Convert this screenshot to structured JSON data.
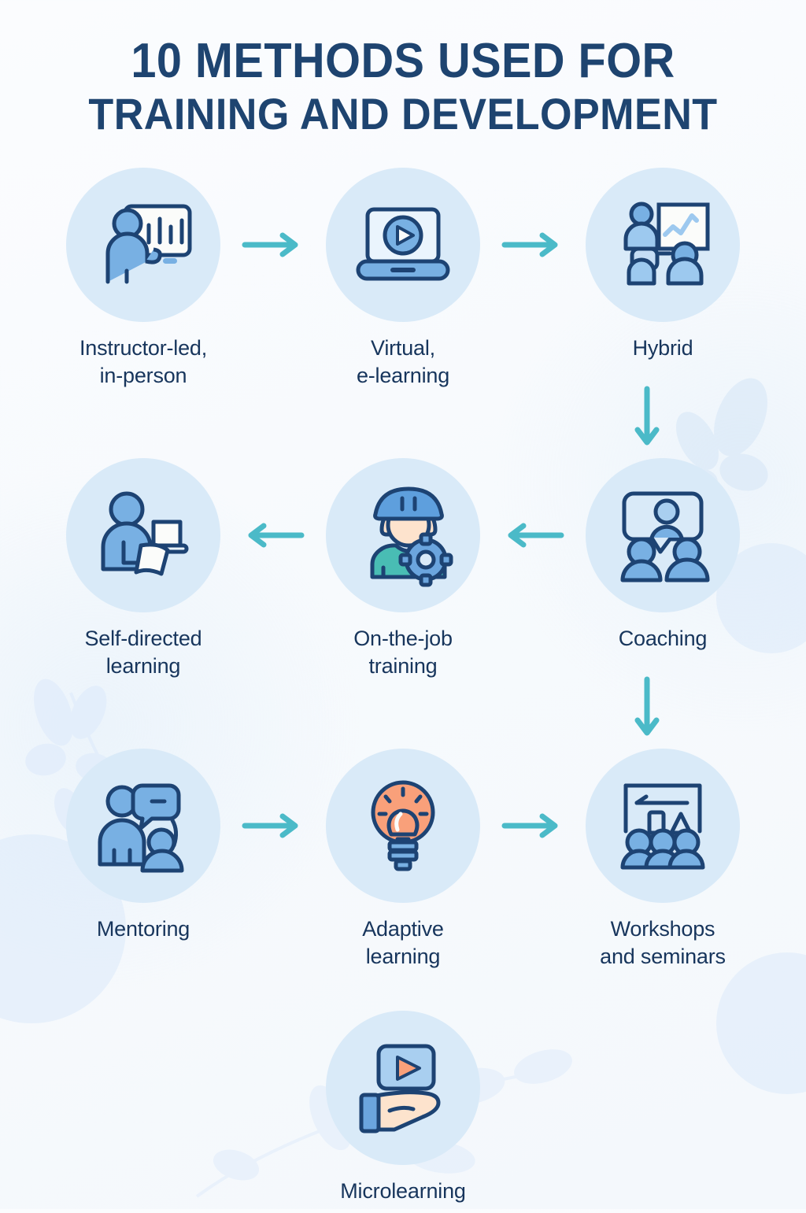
{
  "theme": {
    "page_background": "#f8fbfd",
    "title_color": "#1e4470",
    "label_color": "#17355c",
    "bubble_fill": "#d9eaf8",
    "arrow_color": "#4bbac8",
    "icon_outline": "#1d4373",
    "icon_blue": "#78b0e3",
    "icon_light_blue": "#a9cff0",
    "icon_orange": "#f9a07a",
    "icon_teal": "#49bdb4",
    "icon_skin": "#fde3cd",
    "icon_screen": "#fbfcfa"
  },
  "header": {
    "title_line_1": "10 METHODS USED FOR",
    "title_line_2": "TRAINING AND DEVELOPMENT"
  },
  "methods": [
    {
      "id": "instructor-led",
      "label": "Instructor-led,\nin-person",
      "icon": "presenter-whiteboard-icon"
    },
    {
      "id": "virtual-elearning",
      "label": "Virtual,\ne-learning",
      "icon": "laptop-play-icon"
    },
    {
      "id": "hybrid",
      "label": "Hybrid",
      "icon": "hybrid-presentation-icon"
    },
    {
      "id": "coaching",
      "label": "Coaching",
      "icon": "speech-bubble-people-icon"
    },
    {
      "id": "on-the-job-training",
      "label": "On-the-job\ntraining",
      "icon": "worker-gear-icon"
    },
    {
      "id": "self-directed",
      "label": "Self-directed\nlearning",
      "icon": "person-laptop-book-icon"
    },
    {
      "id": "mentoring",
      "label": "Mentoring",
      "icon": "mentor-mentee-icon"
    },
    {
      "id": "adaptive-learning",
      "label": "Adaptive\nlearning",
      "icon": "lightbulb-icon"
    },
    {
      "id": "workshops",
      "label": "Workshops\nand seminars",
      "icon": "seminar-audience-icon"
    },
    {
      "id": "microlearning",
      "label": "Microlearning",
      "icon": "hand-video-icon"
    }
  ],
  "connectors": [
    {
      "id": "arrow-1",
      "from": "instructor-led",
      "to": "virtual-elearning",
      "direction": "right"
    },
    {
      "id": "arrow-2",
      "from": "virtual-elearning",
      "to": "hybrid",
      "direction": "right"
    },
    {
      "id": "arrow-3",
      "from": "hybrid",
      "to": "coaching",
      "direction": "down"
    },
    {
      "id": "arrow-4",
      "from": "coaching",
      "to": "on-the-job-training",
      "direction": "left"
    },
    {
      "id": "arrow-5",
      "from": "on-the-job-training",
      "to": "self-directed",
      "direction": "left"
    },
    {
      "id": "arrow-6",
      "from": "coaching",
      "to": "workshops",
      "direction": "down"
    },
    {
      "id": "arrow-7",
      "from": "mentoring",
      "to": "adaptive-learning",
      "direction": "right"
    },
    {
      "id": "arrow-8",
      "from": "adaptive-learning",
      "to": "workshops",
      "direction": "right"
    }
  ]
}
